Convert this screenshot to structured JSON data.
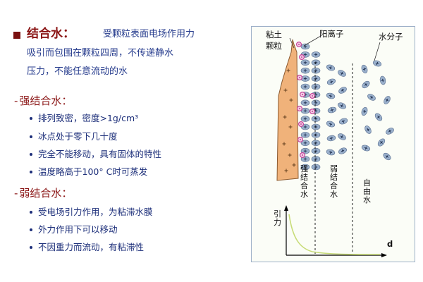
{
  "main": {
    "title": "结合水：",
    "desc_line1": "受颗粒表面电场作用力",
    "desc_line2": "吸引而包围在颗粒四周，不传递静水",
    "desc_line3": "压力，不能任意流动的水"
  },
  "strong": {
    "heading": "强结合水：",
    "items": [
      "排列致密，密度>1g/cm³",
      "冰点处于零下几十度",
      "完全不能移动，具有固体的特性",
      "温度略高于100° C时可蒸发"
    ]
  },
  "weak": {
    "heading": "弱结合水：",
    "items": [
      "受电场引力作用，为粘滞水膜",
      "外力作用下可以移动",
      "不因重力而流动，有粘滞性"
    ]
  },
  "diagram": {
    "particle_label_1": "粘土",
    "particle_label_2": "颗粒",
    "cation_label": "阳离子",
    "water_label": "水分子",
    "zone_strong": "强结合水",
    "zone_weak": "弱结合水",
    "zone_free": "自由水",
    "y_axis_label": "引力",
    "x_axis_label": "d",
    "colors": {
      "particle": "#f0b27a",
      "molecule": "#9ab0cc",
      "cation": "#c8409a",
      "curve": "#c8dc78"
    }
  }
}
